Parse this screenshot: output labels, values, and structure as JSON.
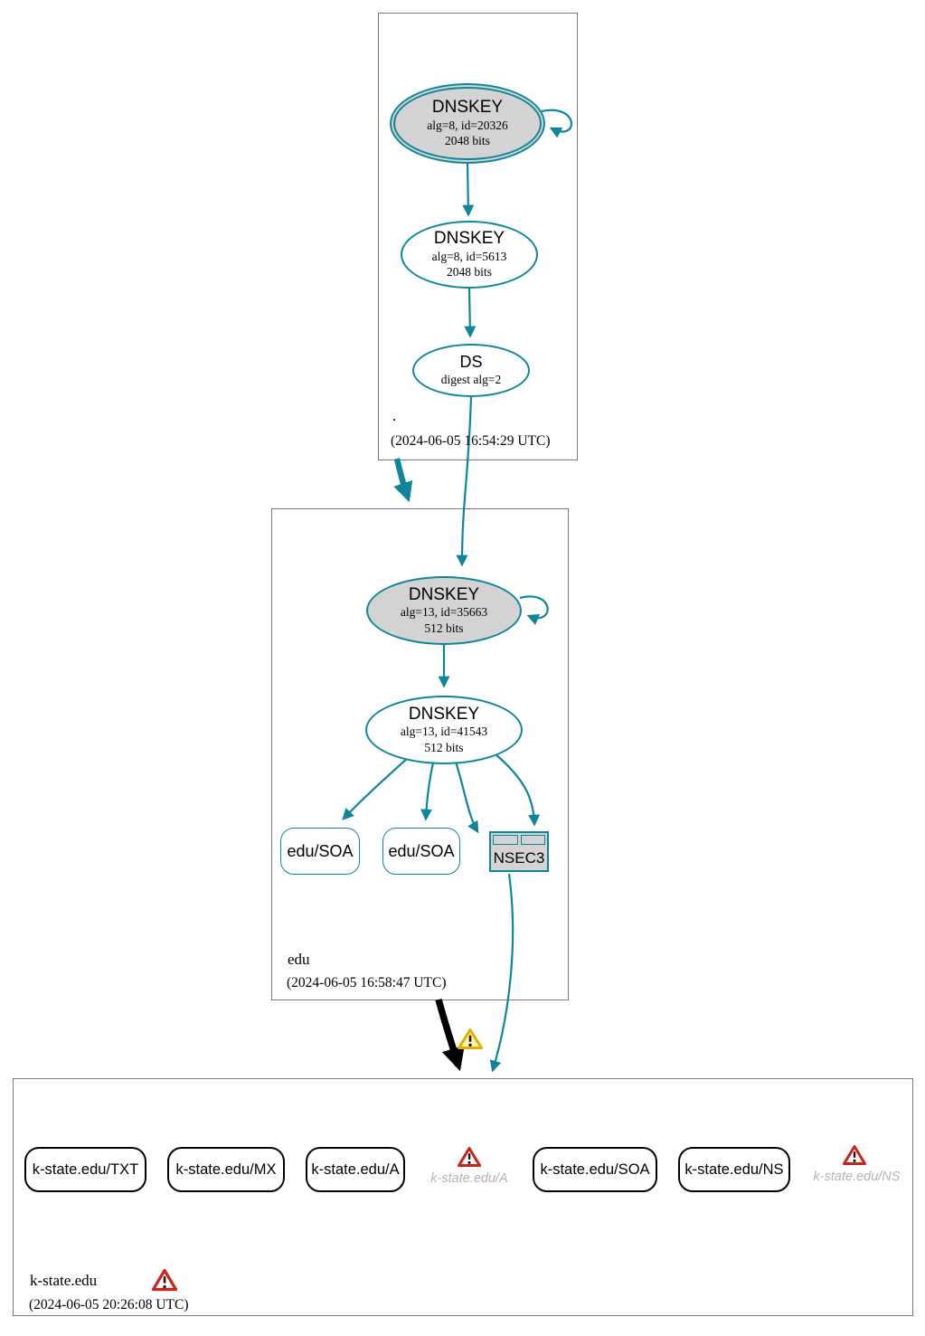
{
  "colors": {
    "accent_teal": "#0d869c",
    "node_fill_gray": "#d3d3d3",
    "warning_red": "#cc221a",
    "warning_yellow": "#e2ae00"
  },
  "zones": {
    "root": {
      "name": ".",
      "timestamp": "(2024-06-05 16:54:29 UTC)",
      "ksk": {
        "type": "DNSKEY",
        "algorithm": "alg=8, id=20326",
        "size": "2048 bits"
      },
      "zsk": {
        "type": "DNSKEY",
        "algorithm": "alg=8, id=5613",
        "size": "2048 bits"
      },
      "ds": {
        "type": "DS",
        "digest": "digest alg=2"
      }
    },
    "edu": {
      "name": "edu",
      "timestamp": "(2024-06-05 16:58:47 UTC)",
      "ksk": {
        "type": "DNSKEY",
        "algorithm": "alg=13, id=35663",
        "size": "512 bits"
      },
      "zsk": {
        "type": "DNSKEY",
        "algorithm": "alg=13, id=41543",
        "size": "512 bits"
      },
      "rrsets": [
        {
          "label": "edu/SOA"
        },
        {
          "label": "edu/SOA"
        }
      ],
      "nsec3": {
        "label": "NSEC3"
      }
    },
    "kstate": {
      "name": "k-state.edu",
      "timestamp": "(2024-06-05 20:26:08 UTC)",
      "rrsets": [
        {
          "label": "k-state.edu/TXT"
        },
        {
          "label": "k-state.edu/MX"
        },
        {
          "label": "k-state.edu/A"
        },
        {
          "label": "k-state.edu/SOA"
        },
        {
          "label": "k-state.edu/NS"
        }
      ],
      "errors": [
        {
          "label": "k-state.edu/A"
        },
        {
          "label": "k-state.edu/NS"
        }
      ]
    }
  }
}
